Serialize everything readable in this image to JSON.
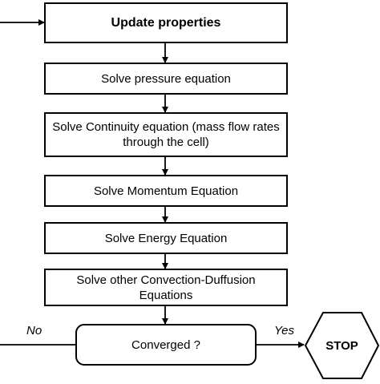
{
  "flowchart": {
    "steps": [
      {
        "id": "update",
        "label": "Update properties"
      },
      {
        "id": "pressure",
        "label": "Solve pressure equation"
      },
      {
        "id": "continuity",
        "label": "Solve Continuity equation (mass flow rates through the cell)"
      },
      {
        "id": "momentum",
        "label": "Solve Momentum Equation"
      },
      {
        "id": "energy",
        "label": "Solve Energy Equation"
      },
      {
        "id": "other",
        "label": "Solve other Convection-Duffusion Equations"
      }
    ],
    "decision": {
      "label": "Converged ?"
    },
    "branch_no": "No",
    "branch_yes": "Yes",
    "terminal": {
      "label": "STOP"
    }
  },
  "colors": {
    "stroke": "#000000",
    "fill": "#ffffff"
  }
}
